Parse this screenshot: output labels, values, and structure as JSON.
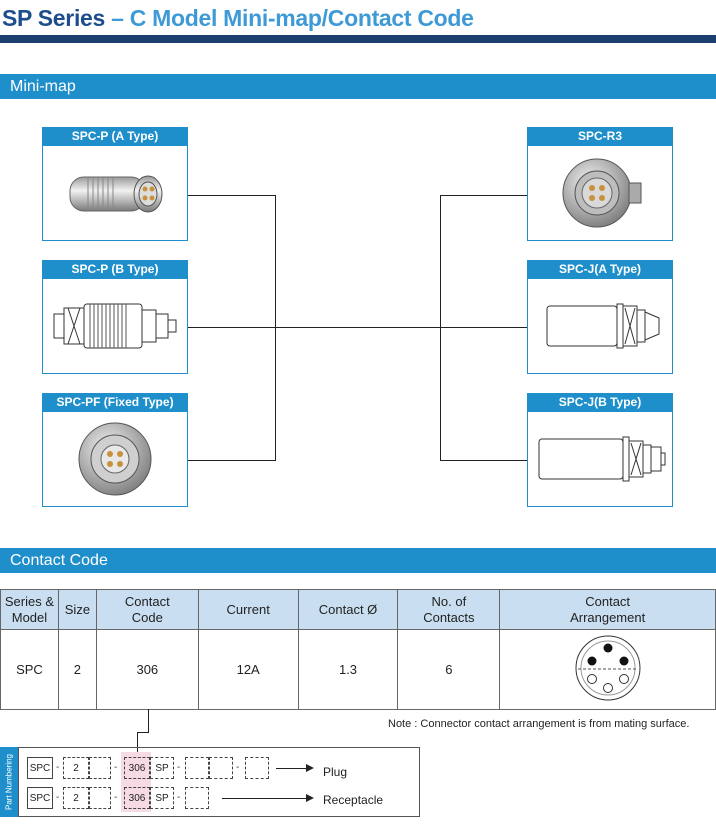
{
  "header": {
    "series": "SP Series",
    "dash": "–",
    "subtitle": "C Model Mini-map/Contact Code"
  },
  "minimap": {
    "title": "Mini-map",
    "left": [
      {
        "label": "SPC-P (A Type)"
      },
      {
        "label": "SPC-P (B Type)"
      },
      {
        "label": "SPC-PF (Fixed Type)"
      }
    ],
    "right": [
      {
        "label": "SPC-R3"
      },
      {
        "label": "SPC-J(A Type)"
      },
      {
        "label": "SPC-J(B Type)"
      }
    ]
  },
  "contact_code": {
    "title": "Contact Code",
    "headers": {
      "series_model": [
        "Series &",
        "Model"
      ],
      "size": "Size",
      "contact_code": [
        "Contact",
        "Code"
      ],
      "current": "Current",
      "contact_dia": "Contact Ø",
      "no_contacts": [
        "No. of",
        "Contacts"
      ],
      "arrangement": [
        "Contact",
        "Arrangement"
      ]
    },
    "row": {
      "series_model": "SPC",
      "size": "2",
      "contact_code": "306",
      "current": "12A",
      "contact_dia": "1.3",
      "no_contacts": "6"
    },
    "note": "Note : Connector contact arrangement is from mating surface."
  },
  "part_numbering": {
    "side_label": "Part Numbering",
    "plug": {
      "series": "SPC",
      "size": "2",
      "code": "306",
      "model": "SP",
      "label": "Plug"
    },
    "receptacle": {
      "series": "SPC",
      "size": "2",
      "code": "306",
      "model": "SP",
      "label": "Receptacle"
    },
    "separator": "-"
  },
  "colors": {
    "accent": "#1e8fcb",
    "navy": "#1d3f70",
    "table_header": "#c9dff1",
    "highlight": "#f7dbe4"
  }
}
